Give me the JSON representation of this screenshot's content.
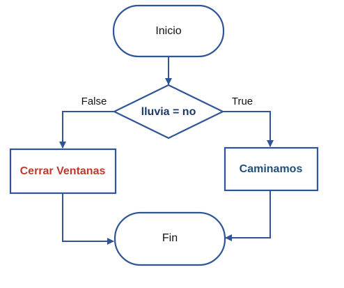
{
  "nodes": {
    "start": {
      "label": "Inicio"
    },
    "decision": {
      "label": "lluvia = no"
    },
    "false_action": {
      "label": "Cerrar Ventanas"
    },
    "true_action": {
      "label": "Caminamos"
    },
    "end": {
      "label": "Fin"
    }
  },
  "edges": {
    "false_label": "False",
    "true_label": "True"
  },
  "colors": {
    "stroke": "#2F5597",
    "decision_text": "#1F3864",
    "false_text": "#C0392B",
    "true_text": "#1F4E79"
  }
}
